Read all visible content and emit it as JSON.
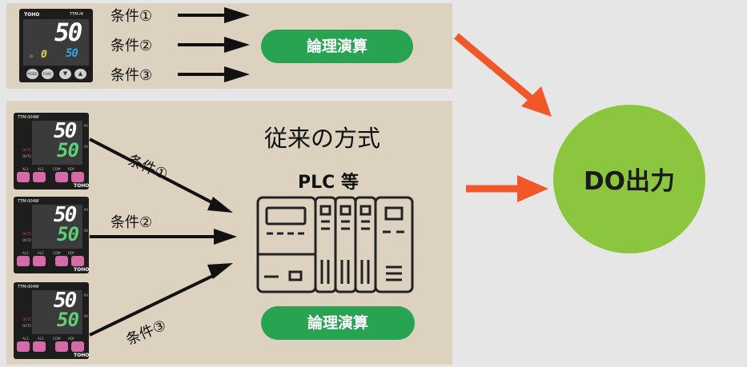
{
  "top": {
    "controller": {
      "brand": "TOHO",
      "model": "TTM-I4",
      "pv": "50",
      "sv": "50",
      "small_left": "0",
      "di_label": "DI",
      "btn_mode": "MODE",
      "btn_func": "FUNC"
    },
    "conditions": [
      "条件①",
      "条件②",
      "条件③"
    ],
    "logic_label": "論理演算"
  },
  "bottom": {
    "title": "従来の方式",
    "plc_label": "PLC 等",
    "logic_label": "論理演算",
    "controllers": [
      {
        "model": "TTM-004W",
        "pv": "50",
        "sv": "50",
        "brand": "TOHO"
      },
      {
        "model": "TTM-004W",
        "pv": "50",
        "sv": "50",
        "brand": "TOHO"
      },
      {
        "model": "TTM-004W",
        "pv": "50",
        "sv": "50",
        "brand": "TOHO"
      }
    ],
    "conditions": [
      "条件①",
      "条件②",
      "条件③"
    ],
    "panel_labels": {
      "pv": "PV",
      "sv": "SV",
      "out1": "OUT1",
      "out2": "OUT2",
      "al1": "AL1",
      "al2": "AL2",
      "com": "COM",
      "rdy": "RDY"
    }
  },
  "output": {
    "label": "DO出力"
  },
  "colors": {
    "panel": "#ddd2c0",
    "background": "#e6e6e6",
    "accent_green": "#27a352",
    "circle_green": "#8cc63f",
    "arrow_orange": "#f0582a",
    "plc_line": "#222222"
  }
}
